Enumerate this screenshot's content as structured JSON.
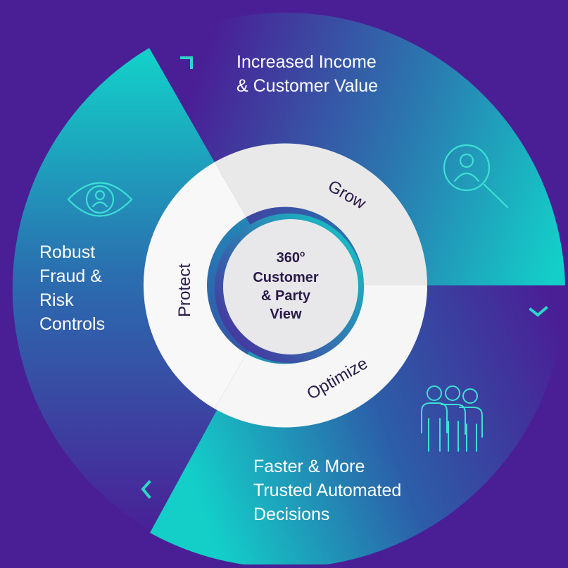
{
  "center": {
    "line1": "360",
    "degree": "o",
    "line2": "Customer",
    "line3": "& Party",
    "line4": "View"
  },
  "ring": {
    "grow": "Grow",
    "protect": "Protect",
    "optimize": "Optimize"
  },
  "outcomes": {
    "top": [
      "Increased Income",
      "& Customer Value"
    ],
    "left": [
      "Robust",
      "Fraud &",
      "Risk",
      "Controls"
    ],
    "bottom": [
      "Faster & More",
      "Trusted Automated",
      "Decisions"
    ]
  },
  "icons": {
    "top": "customer-search-icon",
    "left": "eye-person-icon",
    "bottom": "people-group-icon",
    "accents": "chevron-accent-icon"
  },
  "colors": {
    "purple": "#4a1f96",
    "teal": "#13cfc8",
    "ring_light": "#f7f7f7",
    "ring_shade": "#e6e6e6",
    "center_text": "#2a1a4a",
    "ring_text": "#2a1a4a"
  }
}
